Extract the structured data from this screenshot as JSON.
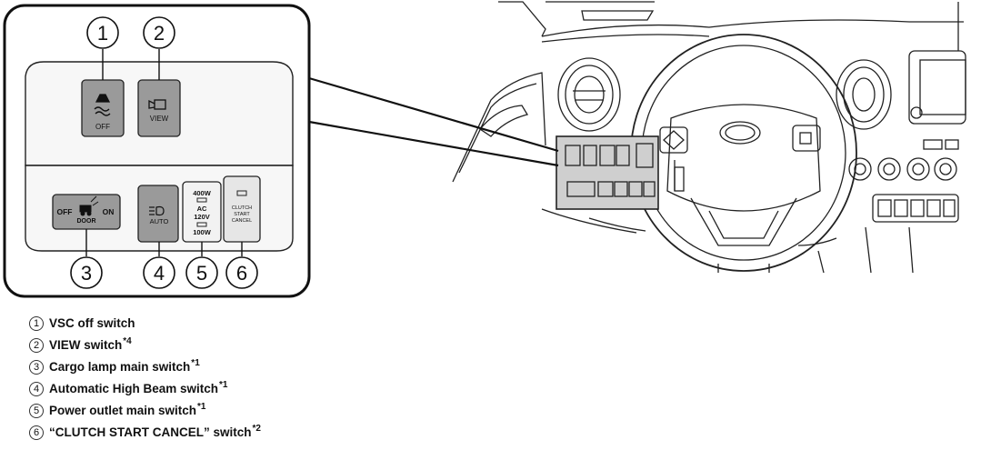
{
  "callouts": [
    "1",
    "2",
    "3",
    "4",
    "5",
    "6"
  ],
  "switch_labels": {
    "vsc": "OFF",
    "view": "VIEW",
    "cargo_off": "OFF",
    "cargo_door": "DOOR",
    "cargo_on": "ON",
    "auto": "AUTO",
    "power_400w": "400W",
    "power_ac": "AC",
    "power_120v": "120V",
    "power_100w": "100W",
    "clutch_1": "CLUTCH",
    "clutch_2": "START",
    "clutch_3": "CANCEL"
  },
  "legend": [
    {
      "num": "1",
      "label": "VSC off switch",
      "note": "",
      "icon": "circled-1"
    },
    {
      "num": "2",
      "label": "VIEW switch",
      "note": "*4",
      "icon": "circled-2"
    },
    {
      "num": "3",
      "label": "Cargo lamp main switch",
      "note": "*1",
      "icon": "circled-3"
    },
    {
      "num": "4",
      "label": "Automatic High Beam switch",
      "note": "*1",
      "icon": "circled-4"
    },
    {
      "num": "5",
      "label": "Power outlet main switch",
      "note": "*1",
      "icon": "circled-5"
    },
    {
      "num": "6",
      "label": "“CLUTCH START CANCEL” switch",
      "note": "*2",
      "icon": "circled-6"
    }
  ]
}
